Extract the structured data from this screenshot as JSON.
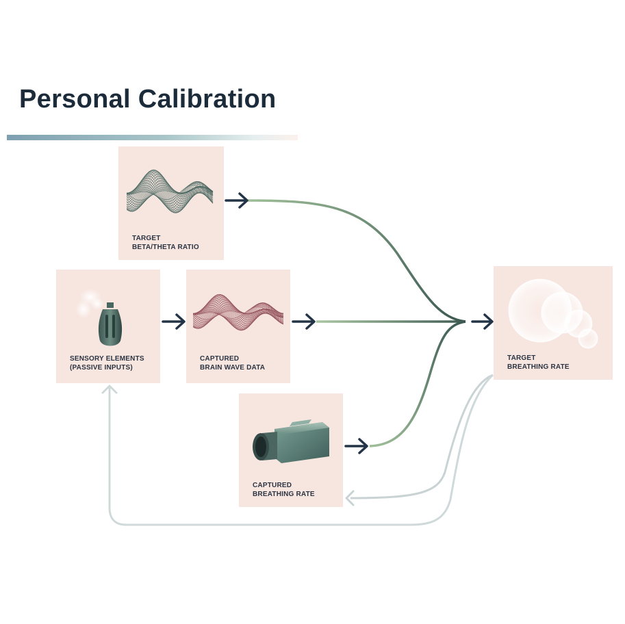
{
  "title": "Personal Calibration",
  "nodes": {
    "target_ratio": {
      "line1": "TARGET",
      "line2": "BETA/THETA RATIO"
    },
    "sensory": {
      "line1": "SENSORY ELEMENTS",
      "line2": "(PASSIVE INPUTS)"
    },
    "brain_wave": {
      "line1": "CAPTURED",
      "line2": "BRAIN WAVE DATA"
    },
    "target_breathing": {
      "line1": "TARGET",
      "line2": "BREATHING RATE"
    },
    "captured_breathing": {
      "line1": "CAPTURED",
      "line2": "BREATHING RATE"
    }
  },
  "colors": {
    "card": "#f7e5df",
    "title": "#1c2b3a",
    "arrow": "#233447",
    "flow_green": "#5e7b68",
    "feedback": "#c9d3d4",
    "wave_green": "#3f5f58",
    "wave_red": "#8e4854"
  },
  "icons": {
    "target_ratio": "wave-pattern-icon",
    "sensory": "diffuser-icon",
    "brain_wave": "brain-wave-icon",
    "target_breathing": "breathing-circles-icon",
    "captured_breathing": "camera-icon"
  }
}
